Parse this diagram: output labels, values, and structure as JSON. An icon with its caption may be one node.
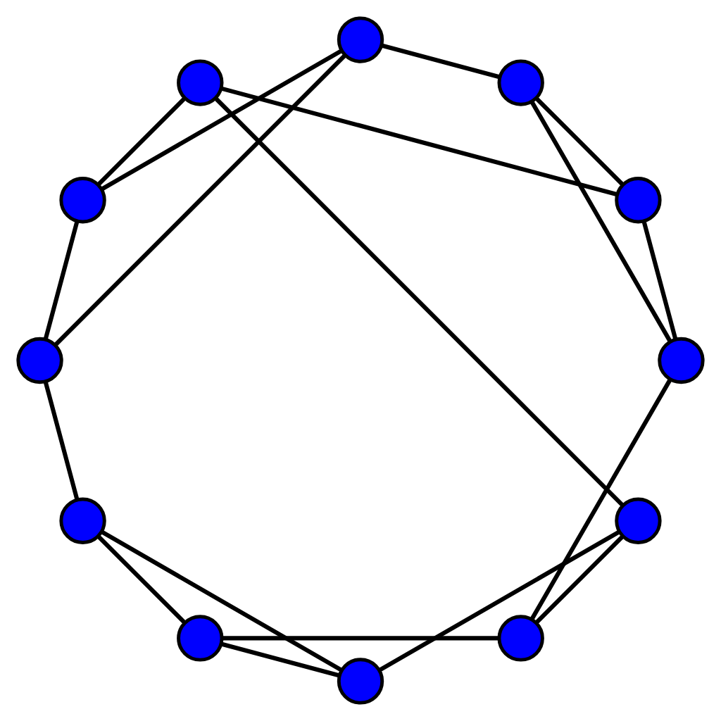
{
  "diagram": {
    "nodes": [
      {
        "text": [],
        "shape": "circle"
      },
      {
        "text": [],
        "shape": "circle"
      },
      {
        "text": [],
        "shape": "circle"
      },
      {
        "text": [],
        "shape": "circle"
      },
      {
        "text": [],
        "shape": "circle"
      },
      {
        "text": [],
        "shape": "circle"
      },
      {
        "text": [],
        "shape": "circle"
      },
      {
        "text": [],
        "shape": "circle"
      },
      {
        "text": [],
        "shape": "circle"
      },
      {
        "text": [],
        "shape": "circle"
      },
      {
        "text": [],
        "shape": "circle"
      },
      {
        "text": [],
        "shape": "circle"
      }
    ],
    "edges": [
      {
        "from": 0,
        "to": 1,
        "arrow": "none"
      },
      {
        "from": 1,
        "to": 2,
        "arrow": "none"
      },
      {
        "from": 2,
        "to": 3,
        "arrow": "none"
      },
      {
        "from": 3,
        "to": 4,
        "arrow": "none"
      },
      {
        "from": 4,
        "to": 5,
        "arrow": "none"
      },
      {
        "from": 5,
        "to": 6,
        "arrow": "none"
      },
      {
        "from": 6,
        "to": 7,
        "arrow": "none"
      },
      {
        "from": 7,
        "to": 8,
        "arrow": "none"
      },
      {
        "from": 8,
        "to": 9,
        "arrow": "none"
      },
      {
        "from": 9,
        "to": 10,
        "arrow": "none"
      },
      {
        "from": 10,
        "to": 11,
        "arrow": "none"
      },
      {
        "from": 11,
        "to": 0,
        "arrow": "none"
      },
      {
        "from": 0,
        "to": 5,
        "arrow": "none"
      },
      {
        "from": 1,
        "to": 3,
        "arrow": "none"
      },
      {
        "from": 2,
        "to": 10,
        "arrow": "none"
      },
      {
        "from": 11,
        "to": 8,
        "arrow": "none"
      },
      {
        "from": 9,
        "to": 7,
        "arrow": "none"
      },
      {
        "from": 4,
        "to": 6,
        "arrow": "none"
      }
    ]
  }
}
